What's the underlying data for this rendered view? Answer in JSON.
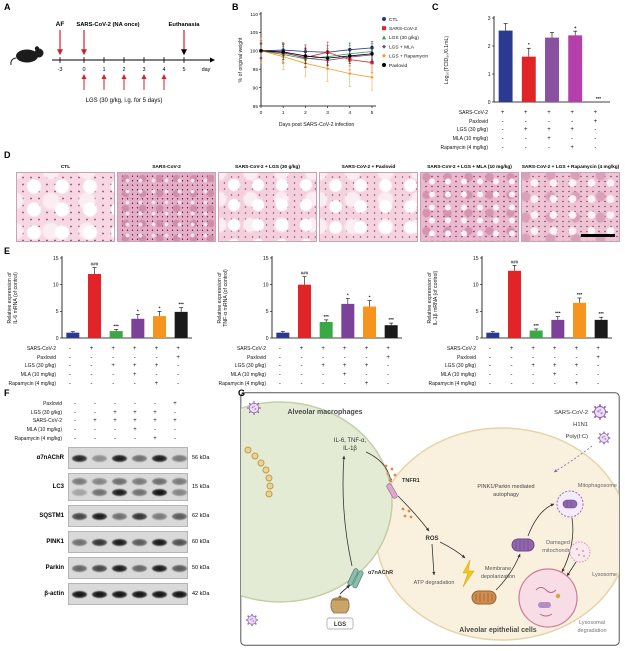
{
  "panelA": {
    "label": "A",
    "af": "AF",
    "infection": "SARS-CoV-2 (NA once)",
    "euthanasia": "Euthanasia",
    "day": "day",
    "ticks": [
      "-3",
      "0",
      "1",
      "2",
      "3",
      "4",
      "5"
    ],
    "lgs": "LGS (30 g/kg, i.g. for 5 days)",
    "arrow_color": "#c9252b"
  },
  "panelB": {
    "label": "B",
    "chart_data": {
      "type": "line",
      "x": [
        0,
        1,
        2,
        3,
        4,
        5
      ],
      "xlabel": "Days post SARS-CoV-2 infection",
      "ylabel": "% of original weight",
      "ylim": [
        85,
        110
      ],
      "yticks": [
        85,
        90,
        95,
        100,
        105,
        110
      ],
      "legend_position": "right",
      "series": [
        {
          "name": "CTL",
          "color": "#27348b",
          "marker": "circle",
          "err": 1.8,
          "values": [
            100,
            100.2,
            99.8,
            99.6,
            100.3,
            100.8
          ]
        },
        {
          "name": "SARS-CoV-2",
          "color": "#e02427",
          "marker": "square",
          "err": 2.8,
          "values": [
            100,
            99.4,
            98.2,
            99.6,
            97.6,
            96.8
          ]
        },
        {
          "name": "LGS (30 g/kg)",
          "color": "#2e9e46",
          "marker": "triangle",
          "err": 2.2,
          "values": [
            100,
            99.0,
            97.8,
            98.4,
            99.2,
            99.8
          ]
        },
        {
          "name": "LGS + MLA",
          "color": "#7a3f98",
          "marker": "diamond",
          "err": 2.4,
          "values": [
            100,
            99.6,
            98.0,
            97.4,
            98.3,
            98.9
          ]
        },
        {
          "name": "LGS + Rapamycin",
          "color": "#f59d27",
          "marker": "diamond",
          "err": 3.5,
          "values": [
            100,
            98.4,
            96.6,
            95.2,
            93.8,
            92.8
          ]
        },
        {
          "name": "Paxlovid",
          "color": "#000000",
          "marker": "circle",
          "err": 2.0,
          "values": [
            100,
            99.7,
            98.6,
            98.0,
            98.6,
            99.2
          ]
        }
      ]
    }
  },
  "panelC": {
    "label": "C",
    "chart_data": {
      "type": "bar",
      "ylabel": "Log₁₀(TCID₅₀/0.1mL)",
      "ylim": [
        0,
        3
      ],
      "yticks": [
        0,
        1,
        2,
        3
      ],
      "categories": [
        "SARS-CoV-2",
        "SARS-CoV-2+LGS",
        "SARS-CoV-2+LGS+MLA",
        "SARS-CoV-2+LGS+Rapamycin",
        "SARS-CoV-2+Paxlovid"
      ],
      "values": [
        2.55,
        1.62,
        2.3,
        2.38,
        0
      ],
      "errors": [
        0.25,
        0.3,
        0.18,
        0.15,
        0
      ],
      "colors": [
        "#2b3990",
        "#e02427",
        "#8a51a0",
        "#b43fa8",
        "#999999"
      ],
      "sigs": [
        "",
        "*",
        "",
        "+",
        "***"
      ]
    },
    "matrix": {
      "rows": [
        {
          "label": "SARS-CoV-2",
          "signs": [
            "+",
            "+",
            "+",
            "+",
            "+"
          ]
        },
        {
          "label": "Paxlovid",
          "signs": [
            "-",
            "-",
            "-",
            "-",
            "+"
          ]
        },
        {
          "label": "LGS (30 g/kg)",
          "signs": [
            "-",
            "+",
            "+",
            "+",
            "-"
          ]
        },
        {
          "label": "MLA (10 mg/kg)",
          "signs": [
            "-",
            "-",
            "+",
            "-",
            "-"
          ]
        },
        {
          "label": "Rapamycin (4 mg/kg)",
          "signs": [
            "-",
            "-",
            "-",
            "+",
            "-"
          ]
        }
      ]
    }
  },
  "panelD": {
    "label": "D",
    "tiles": [
      {
        "title": "CTL",
        "style": "ctl"
      },
      {
        "title": "SARS-CoV-2",
        "style": "severe"
      },
      {
        "title": "SARS-CoV-2 + LGS (30 g/kg)",
        "style": "mild"
      },
      {
        "title": "SARS-CoV-2 + Paxlovid",
        "style": "mild2"
      },
      {
        "title": "SARS-CoV-2 + LGS + MLA (10 mg/kg)",
        "style": "moderate"
      },
      {
        "title": "SARS-CoV-2 + LGS + Rapamycin (4 mg/kg)",
        "style": "moderate2",
        "scalebar": true
      }
    ]
  },
  "panelE": {
    "label": "E",
    "categories": [
      "CTL",
      "SARS-CoV-2",
      "SARS-CoV-2+LGS",
      "SARS-CoV-2+LGS+MLA",
      "SARS-CoV-2+LGS+Rapamycin",
      "SARS-CoV-2+Paxlovid"
    ],
    "colors": [
      "#2b3990",
      "#e02427",
      "#39a845",
      "#7c4199",
      "#f7941d",
      "#1a1a1a"
    ],
    "chart_data": [
      {
        "type": "bar",
        "ylabel_lines": [
          "Relative expression of",
          "IL-6 mRNA (of control)"
        ],
        "ylim": [
          0,
          15
        ],
        "yticks": [
          0,
          5,
          10,
          15
        ],
        "values": [
          1,
          12,
          1.3,
          3.6,
          4.1,
          4.9
        ],
        "errors": [
          0.2,
          1.2,
          0.3,
          0.8,
          0.9,
          0.8
        ],
        "sigs": [
          "",
          "###",
          "***",
          "*",
          "*",
          "***"
        ]
      },
      {
        "type": "bar",
        "ylabel_lines": [
          "Relative expression of",
          "TNF-α mRNA (of control)"
        ],
        "ylim": [
          0,
          15
        ],
        "yticks": [
          0,
          5,
          10,
          15
        ],
        "values": [
          1,
          10,
          3,
          6.4,
          5.9,
          2.4
        ],
        "errors": [
          0.2,
          1.5,
          0.4,
          1.0,
          1.1,
          0.4
        ],
        "sigs": [
          "",
          "###",
          "***",
          "*",
          "*",
          "***"
        ]
      },
      {
        "type": "bar",
        "ylabel_lines": [
          "Relative expression of",
          "IL-1β mRNA (of control)"
        ],
        "ylim": [
          0,
          15
        ],
        "yticks": [
          0,
          5,
          10,
          15
        ],
        "values": [
          1,
          12.6,
          1.4,
          3.4,
          6.6,
          3.4
        ],
        "errors": [
          0.2,
          1.0,
          0.3,
          0.6,
          0.9,
          0.5
        ],
        "sigs": [
          "",
          "###",
          "***",
          "***",
          "***",
          "***"
        ]
      }
    ],
    "matrix": {
      "rows": [
        {
          "label": "SARS-CoV-2",
          "signs": [
            "-",
            "+",
            "+",
            "+",
            "+",
            "+"
          ]
        },
        {
          "label": "Paxlovid",
          "signs": [
            "-",
            "-",
            "-",
            "-",
            "-",
            "+"
          ]
        },
        {
          "label": "LGS (30 g/kg)",
          "signs": [
            "-",
            "-",
            "+",
            "+",
            "+",
            "-"
          ]
        },
        {
          "label": "MLA (10 mg/kg)",
          "signs": [
            "-",
            "-",
            "-",
            "+",
            "-",
            "-"
          ]
        },
        {
          "label": "Rapamycin (4 mg/kg)",
          "signs": [
            "-",
            "-",
            "-",
            "-",
            "+",
            "-"
          ]
        }
      ]
    }
  },
  "panelF": {
    "label": "F",
    "matrix": {
      "rows": [
        {
          "label": "Paxlovid",
          "signs": [
            "-",
            "-",
            "-",
            "-",
            "-",
            "+"
          ]
        },
        {
          "label": "LGS (30 g/kg)",
          "signs": [
            "-",
            "-",
            "+",
            "+",
            "+",
            "-"
          ]
        },
        {
          "label": "SARS-CoV-2",
          "signs": [
            "-",
            "+",
            "+",
            "+",
            "+",
            "+"
          ]
        },
        {
          "label": "MLA (10 mg/kg)",
          "signs": [
            "-",
            "-",
            "-",
            "+",
            "-",
            "-"
          ]
        },
        {
          "label": "Rapamycin (4 mg/kg)",
          "signs": [
            "-",
            "-",
            "-",
            "-",
            "+",
            "-"
          ]
        }
      ]
    },
    "blots": [
      {
        "name": "α7nAChR",
        "kda": "56 kDa",
        "rows": [
          [
            0.85,
            0.35,
            0.9,
            0.5,
            0.9,
            0.45
          ]
        ]
      },
      {
        "name": "LC3",
        "kda": "15 kDa",
        "rows": [
          [
            0.45,
            0.4,
            0.5,
            0.45,
            0.5,
            0.45
          ],
          [
            0.25,
            0.5,
            0.9,
            0.5,
            0.95,
            0.4
          ]
        ]
      },
      {
        "name": "SQSTM1",
        "kda": "62 kDa",
        "rows": [
          [
            0.7,
            0.9,
            0.5,
            0.78,
            0.45,
            0.6
          ]
        ]
      },
      {
        "name": "PINK1",
        "kda": "60 kDa",
        "rows": [
          [
            0.5,
            0.78,
            0.9,
            0.6,
            0.92,
            0.65
          ]
        ]
      },
      {
        "name": "Parkin",
        "kda": "50 kDa",
        "rows": [
          [
            0.55,
            0.7,
            0.9,
            0.55,
            0.9,
            0.6
          ]
        ]
      },
      {
        "name": "β-actin",
        "kda": "42 kDa",
        "rows": [
          [
            0.95,
            0.95,
            0.95,
            0.95,
            0.95,
            0.95
          ]
        ]
      }
    ]
  },
  "panelG": {
    "label": "G",
    "labels": {
      "macrophage": "Alveolar macrophages",
      "epithelial": "Alveolar epithelial cells",
      "cytokines": "IL-6, TNF-α,",
      "cytokines2": "IL-1β",
      "a7nachr": "α7nAChR",
      "tnfr1": "TNFR1",
      "ros": "ROS",
      "atp": "ATP degradation",
      "membrane": "Membrane",
      "membrane2": "depolarization",
      "pink1": "PINK1/Parkin mediated",
      "pink1b": "autophagy",
      "damaged": "Damaged",
      "damaged2": "mitochondria",
      "mitophagosome": "Mitophagosome",
      "lysosome": "Lysosome",
      "lysdeg": "Lysosomal",
      "lysdeg2": "degradation",
      "virus1": "SARS-CoV-2",
      "virus2": "H1N1",
      "virus3": "Poly(I:C)",
      "lgs": "LGS"
    }
  }
}
